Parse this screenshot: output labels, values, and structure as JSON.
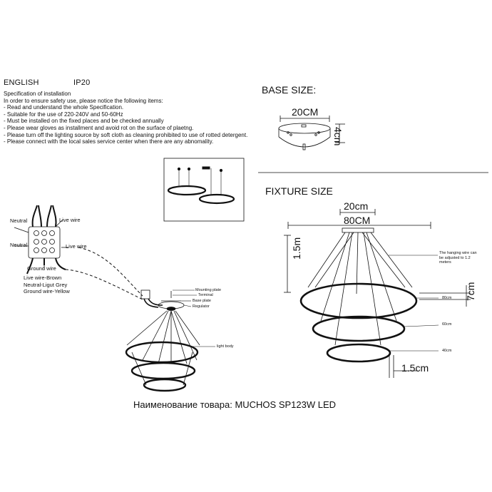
{
  "header": {
    "language": "ENGLISH",
    "ip_rating": "IP20"
  },
  "spec": {
    "title": "Specification of installation",
    "intro": "In order to ensure safety use, please notice the following items:",
    "items": [
      "- Read and understand the whole Specification.",
      "- Suitable for the use of 220-240V and 50-60Hz",
      "- Must be installed on the fixed places and be checked annually",
      "- Please wear gloves as installment and avoid rot on the surface of plaetng.",
      "- Please turn off the lighting source by soft cloth as cleaning prohibited to use of rotted detergent.",
      "- Please connect with the local sales service center when there are any abnomality."
    ]
  },
  "base": {
    "title": "BASE SIZE:",
    "width_label": "20CM",
    "height_label": "4cm"
  },
  "fixture": {
    "title": "FIXTURE SIZE",
    "top_width": "20cm",
    "ring_width": "80CM",
    "height": "1.5m",
    "hanging_note_1": "The hanging wire can",
    "hanging_note_2": "be adjusted to 1.2",
    "hanging_note_3": "meters",
    "ring_gap": "7cm",
    "ring_bottom_gap": "1.5cm",
    "ring_labels": [
      "80cm",
      "60cm",
      "40cm"
    ]
  },
  "wiring": {
    "neutral_top": "Neutral",
    "live_top": "Live wire",
    "neutral_side": "Neutral",
    "live_side": "Live wire",
    "ground": "Ground wire",
    "legend": [
      "Live wire-Brown",
      "Neutral-Ligut Grey",
      "Ground wire-Yellow"
    ]
  },
  "install": {
    "mounting_plate": "Mounting plate",
    "terminal": "Terminal",
    "base_plate": "Base plate",
    "regulator": "Regulator",
    "light_body": "light body"
  },
  "footer": {
    "product": "Наименование товара: MUCHOS SP123W LED"
  }
}
